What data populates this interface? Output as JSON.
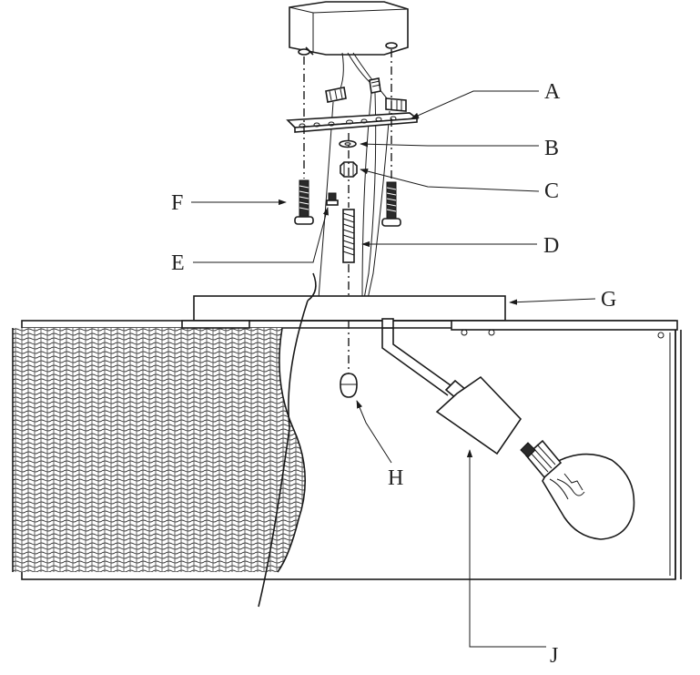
{
  "labels": {
    "A": "A",
    "B": "B",
    "C": "C",
    "D": "D",
    "E": "E",
    "F": "F",
    "G": "G",
    "H": "H",
    "J": "J"
  },
  "colors": {
    "line": "#1a1a1a",
    "background": "#ffffff"
  }
}
